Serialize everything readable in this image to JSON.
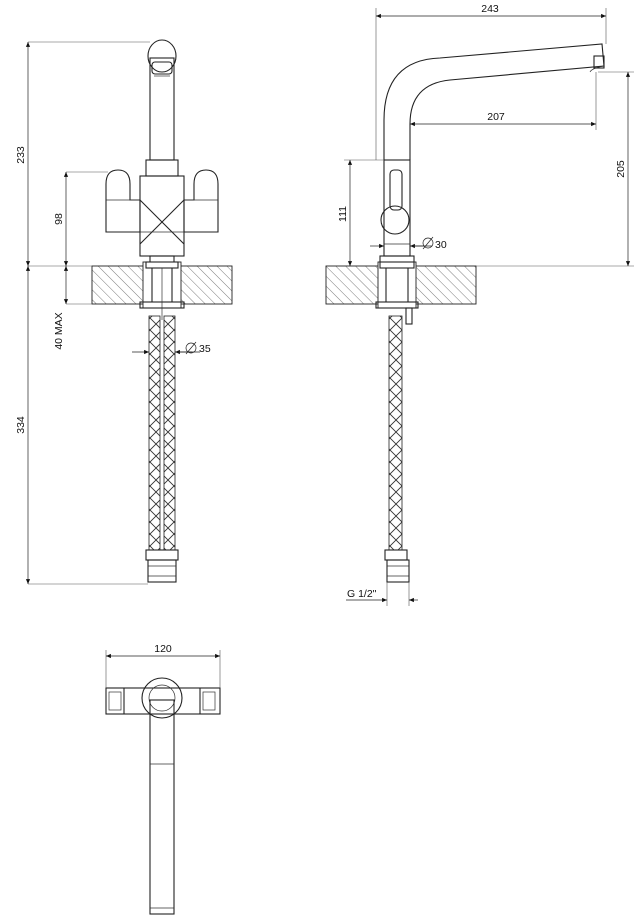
{
  "dimensions": {
    "front_height_total": "233",
    "front_handle_height": "98",
    "deck_thickness": "40 MAX",
    "hose_length": "334",
    "hole_diameter": "35",
    "side_projection": "243",
    "side_reach": "207",
    "side_spout_height": "205",
    "side_handle_height": "111",
    "body_diameter": "30",
    "thread_size": "G 1/2\"",
    "top_width": "120"
  }
}
